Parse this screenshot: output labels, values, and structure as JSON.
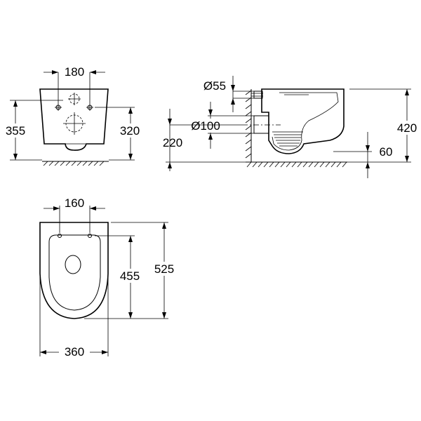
{
  "front_view": {
    "width_between_holes": "180",
    "height_total": "355",
    "height_to_outlet": "320"
  },
  "side_view": {
    "inlet_diameter": "Ø55",
    "outlet_diameter": "Ø100",
    "outlet_height": "220",
    "bowl_height": "420",
    "rim_clearance": "60"
  },
  "top_view": {
    "fixing_distance": "160",
    "seat_length": "455",
    "total_length": "525",
    "width": "360"
  }
}
